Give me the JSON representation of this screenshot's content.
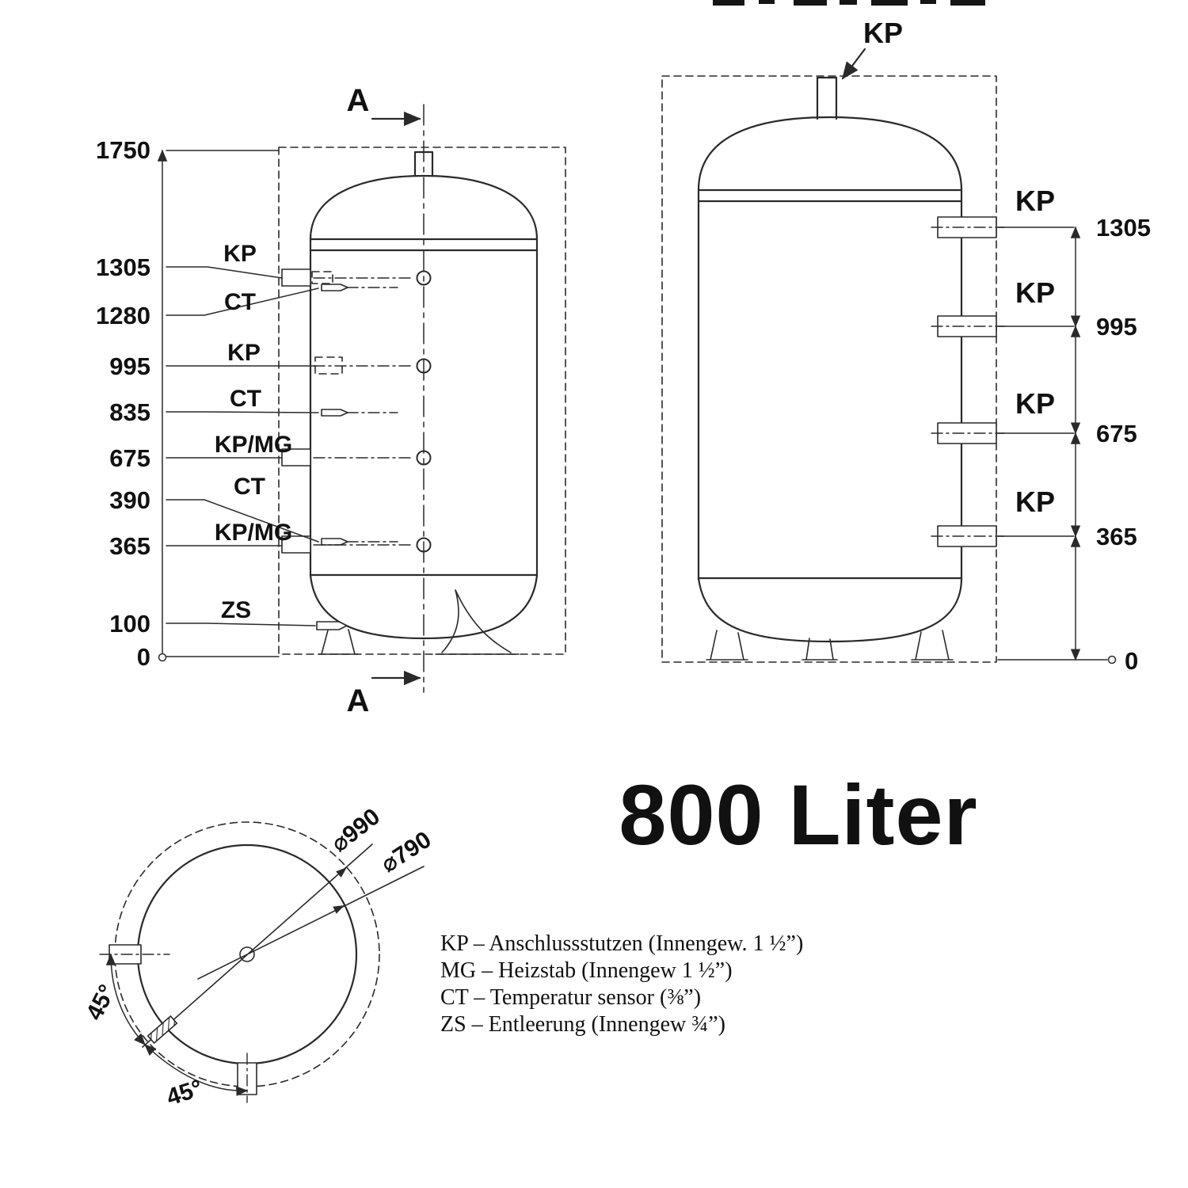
{
  "title": "800 Liter",
  "left_view": {
    "section_label_top": "A",
    "section_label_bottom": "A",
    "dims": [
      "1750",
      "1305",
      "1280",
      "995",
      "835",
      "675",
      "390",
      "365",
      "100",
      "0"
    ],
    "port_labels": [
      "KP",
      "CT",
      "KP",
      "CT",
      "KP/MG",
      "CT",
      "KP/MG",
      "ZS"
    ]
  },
  "right_view": {
    "top_port_label": "KP",
    "port_labels": [
      "KP",
      "KP",
      "KP",
      "KP"
    ],
    "port_dims": [
      "1305",
      "995",
      "675",
      "365"
    ],
    "base_dim": "0"
  },
  "top_view": {
    "outer_diameter_label": "⌀990",
    "inner_diameter_label": "⌀790",
    "angle_left_label": "45°",
    "angle_bottom_label": "45°"
  },
  "legend": [
    "KP – Anschlussstutzen (Innengew. 1 ½”)",
    "MG – Heizstab (Innengew 1 ½”)",
    "CT – Temperatur sensor (⅜”)",
    "ZS – Entleerung (Innengew ¾”)"
  ]
}
